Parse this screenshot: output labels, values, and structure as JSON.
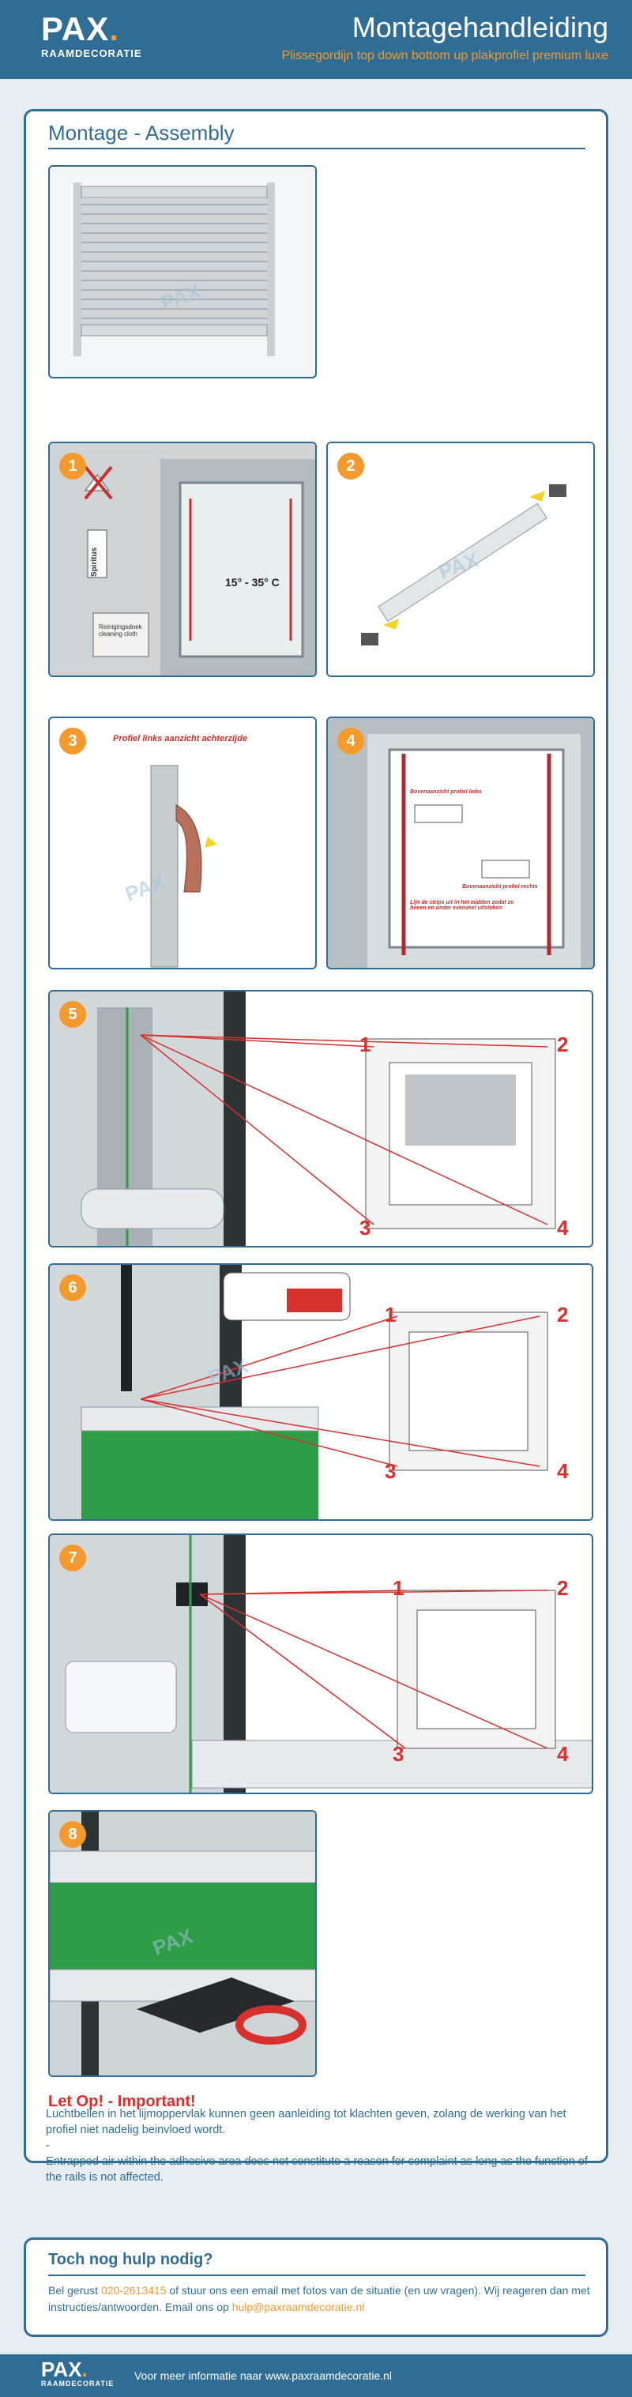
{
  "header": {
    "logo": "PAX",
    "logo_sub": "RAAMDECORATIE",
    "title": "Montagehandleiding",
    "subtitle": "Plissegordijn top down bottom up plakprofiel premium luxe"
  },
  "section": {
    "title": "Montage - Assembly"
  },
  "steps": [
    {
      "number": "1",
      "temperature": "15° - 35° C",
      "bottle_label": "Spiritus",
      "cloth_label": "Reinigingsdoek cleaning cloth"
    },
    {
      "number": "2"
    },
    {
      "number": "3",
      "caption": "Profiel links aanzicht achterzijde"
    },
    {
      "number": "4",
      "label_left": "Bovenaanzicht profiel links",
      "label_right": "Bovenaanzicht profiel rechts",
      "label_bottom": "Lijn de strips uit in het midden zodat ze boven en onder evenveel uitsteken"
    },
    {
      "number": "5",
      "corners": [
        "1",
        "2",
        "3",
        "4"
      ]
    },
    {
      "number": "6",
      "corners": [
        "1",
        "2",
        "3",
        "4"
      ]
    },
    {
      "number": "7",
      "corners": [
        "1",
        "2",
        "3",
        "4"
      ]
    },
    {
      "number": "8"
    }
  ],
  "watermark": "PAX",
  "notice": {
    "title": "Let Op! - Important!",
    "dutch": "Luchtbellen in het lijmoppervlak kunnen geen aanleiding tot klachten geven, zolang de werking van het profiel niet nadelig beinvloed wordt.",
    "separator": "-",
    "english": "Entrapped air within the adhesive area does not constitute a reason for complaint as long as the function of the rails is not affected."
  },
  "help": {
    "title": "Toch nog hulp nodig?",
    "text_1": "Bel gerust ",
    "phone": "020-2613415",
    "text_2": " of stuur ons een email met fotos van de situatie (en uw vragen). Wij reageren dan met instructies/antwoorden. Email ons op ",
    "email": "hulp@paxraamdecoratie.nl"
  },
  "footer": {
    "logo": "PAX",
    "logo_sub": "RAAMDECORATIE",
    "text": "Voor meer informatie naar www.paxraamdecoratie.nl"
  },
  "colors": {
    "brand_blue": "#2f6d94",
    "accent_orange": "#f39a2e",
    "alert_red": "#d3312d",
    "cord_green": "#2e9d45"
  }
}
